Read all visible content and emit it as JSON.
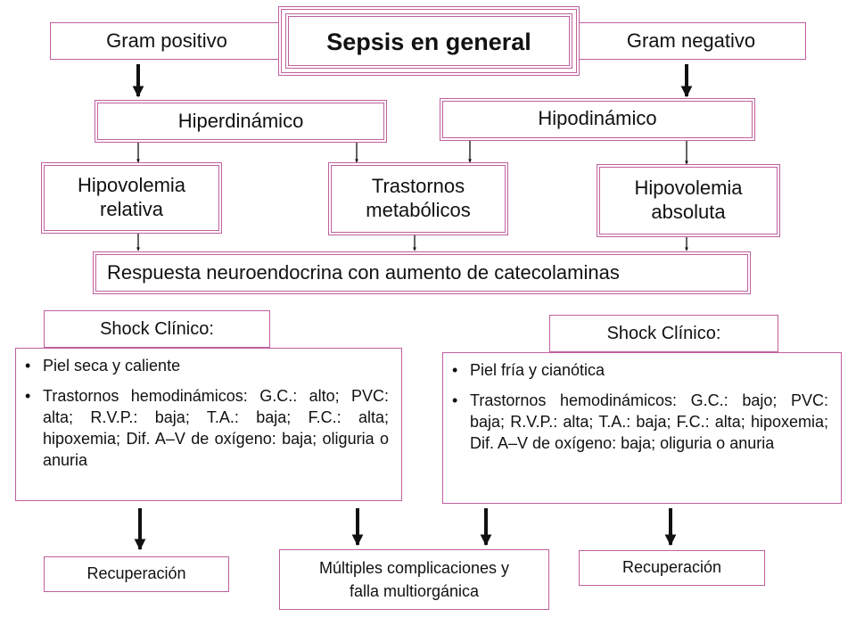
{
  "title": "Sepsis en general",
  "gram_positive": "Gram positivo",
  "gram_negative": "Gram negativo",
  "hyperdynamic": "Hiperdinámico",
  "hypodynamic": "Hipodinámico",
  "hypovolemia_relative": {
    "line1": "Hipovolemia",
    "line2": "relativa"
  },
  "metabolic_disorders": {
    "line1": "Trastornos",
    "line2": "metabólicos"
  },
  "hypovolemia_absolute": {
    "line1": "Hipovolemia",
    "line2": "absoluta"
  },
  "neuroendocrine_response": "Respuesta neuroendocrina con aumento de catecolaminas",
  "shock_left": {
    "label": "Shock Clínico:",
    "items": [
      "Piel seca y caliente",
      "Trastornos hemodinámicos: G.C.: alto; PVC: alta; R.V.P.: baja; T.A.: baja; F.C.: alta; hipoxemia; Dif. A–V de oxígeno: baja; oliguria o anuria"
    ]
  },
  "shock_right": {
    "label": "Shock Clínico:",
    "items": [
      "Piel fría y cianótica",
      "Trastornos hemodinámicos: G.C.: bajo; PVC: baja; R.V.P.: alta; T.A.: baja; F.C.: alta; hipoxemia; Dif. A–V de oxígeno: baja; oliguria o anuria"
    ]
  },
  "recovery_left": "Recuperación",
  "recovery_right": "Recuperación",
  "complications": {
    "line1": "Múltiples complicaciones y",
    "line2": "falla multiorgánica"
  },
  "bullet_char": "•",
  "colors": {
    "border": "#c0609f",
    "arrow": "#111111",
    "text": "#111111"
  }
}
